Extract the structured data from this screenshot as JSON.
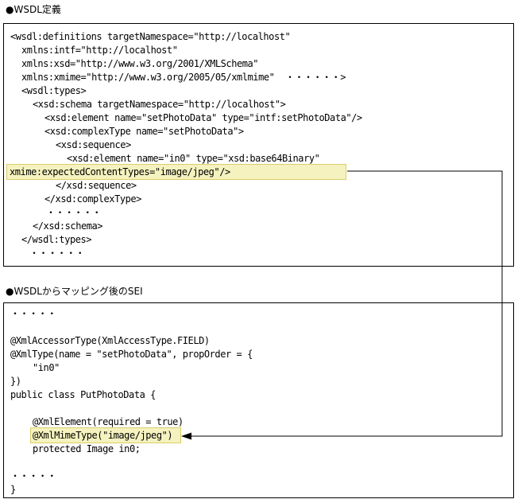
{
  "wsdl_section": {
    "title": "●WSDL定義",
    "lines": [
      "<wsdl:definitions targetNamespace=\"http://localhost\"",
      "xmlns:intf=\"http://localhost\"",
      "xmlns:xsd=\"http://www.w3.org/2001/XMLSchema\"",
      "xmlns:xmime=\"http://www.w3.org/2005/05/xmlmime\"  ・・・・・・>",
      "<wsdl:types>",
      "<xsd:schema targetNamespace=\"http://localhost\">",
      "<xsd:element name=\"setPhotoData\" type=\"intf:setPhotoData\"/>",
      "<xsd:complexType name=\"setPhotoData\">",
      "<xsd:sequence>",
      "<xsd:element name=\"in0\" type=\"xsd:base64Binary\"",
      "xmime:expectedContentTypes=\"image/jpeg\"/>",
      "</xsd:sequence>",
      "</xsd:complexType>",
      "・・・・・・",
      "</xsd:schema>",
      "</wsdl:types>",
      "・・・・・・"
    ]
  },
  "sei_section": {
    "title": "●WSDLからマッピング後のSEI",
    "lines": [
      "・・・・・",
      "",
      "@XmlAccessorType(XmlAccessType.FIELD)",
      "@XmlType(name = \"setPhotoData\", propOrder = {",
      "\"in0\"",
      "})",
      "public class PutPhotoData {",
      "",
      "@XmlElement(required = true)",
      "@XmlMimeType(\"image/jpeg\")",
      "protected Image in0;",
      "",
      "・・・・・",
      "}"
    ]
  },
  "colors": {
    "highlight_fill": "#f5f2bf",
    "highlight_border": "#d9cf6a",
    "line": "#000000"
  }
}
